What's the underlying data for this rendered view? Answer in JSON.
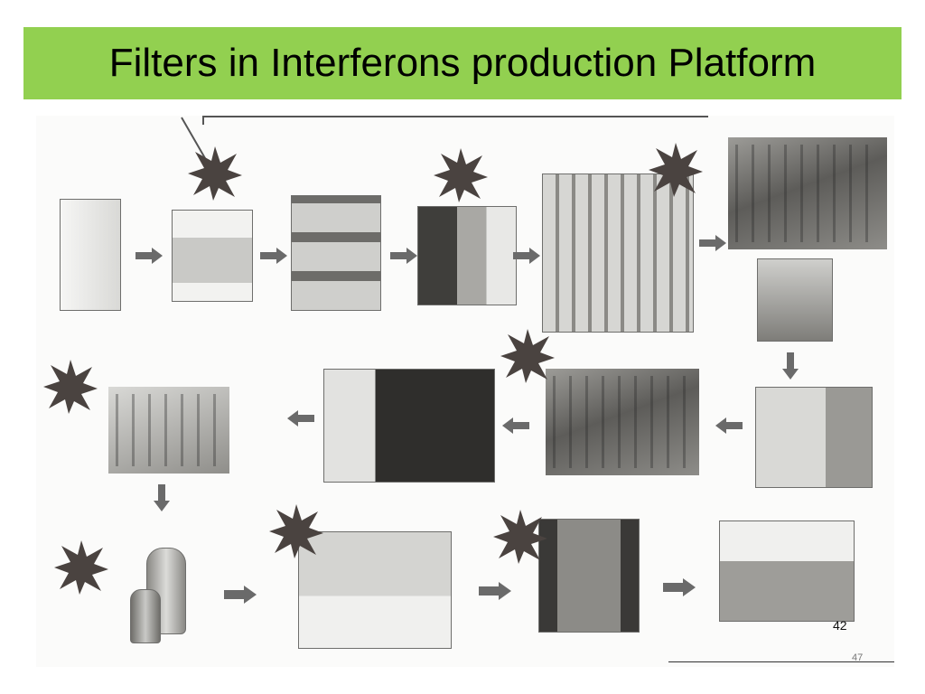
{
  "slide": {
    "title": "Filters in Interferons production Platform",
    "page_number": "42",
    "faint_page_number": "47"
  },
  "colors": {
    "accent": "#92d050",
    "star": "#4a4340",
    "arrow": "#6a6a6a"
  },
  "icons": {
    "arrow": "right-arrow-icon",
    "star": "filter-burst-icon"
  }
}
